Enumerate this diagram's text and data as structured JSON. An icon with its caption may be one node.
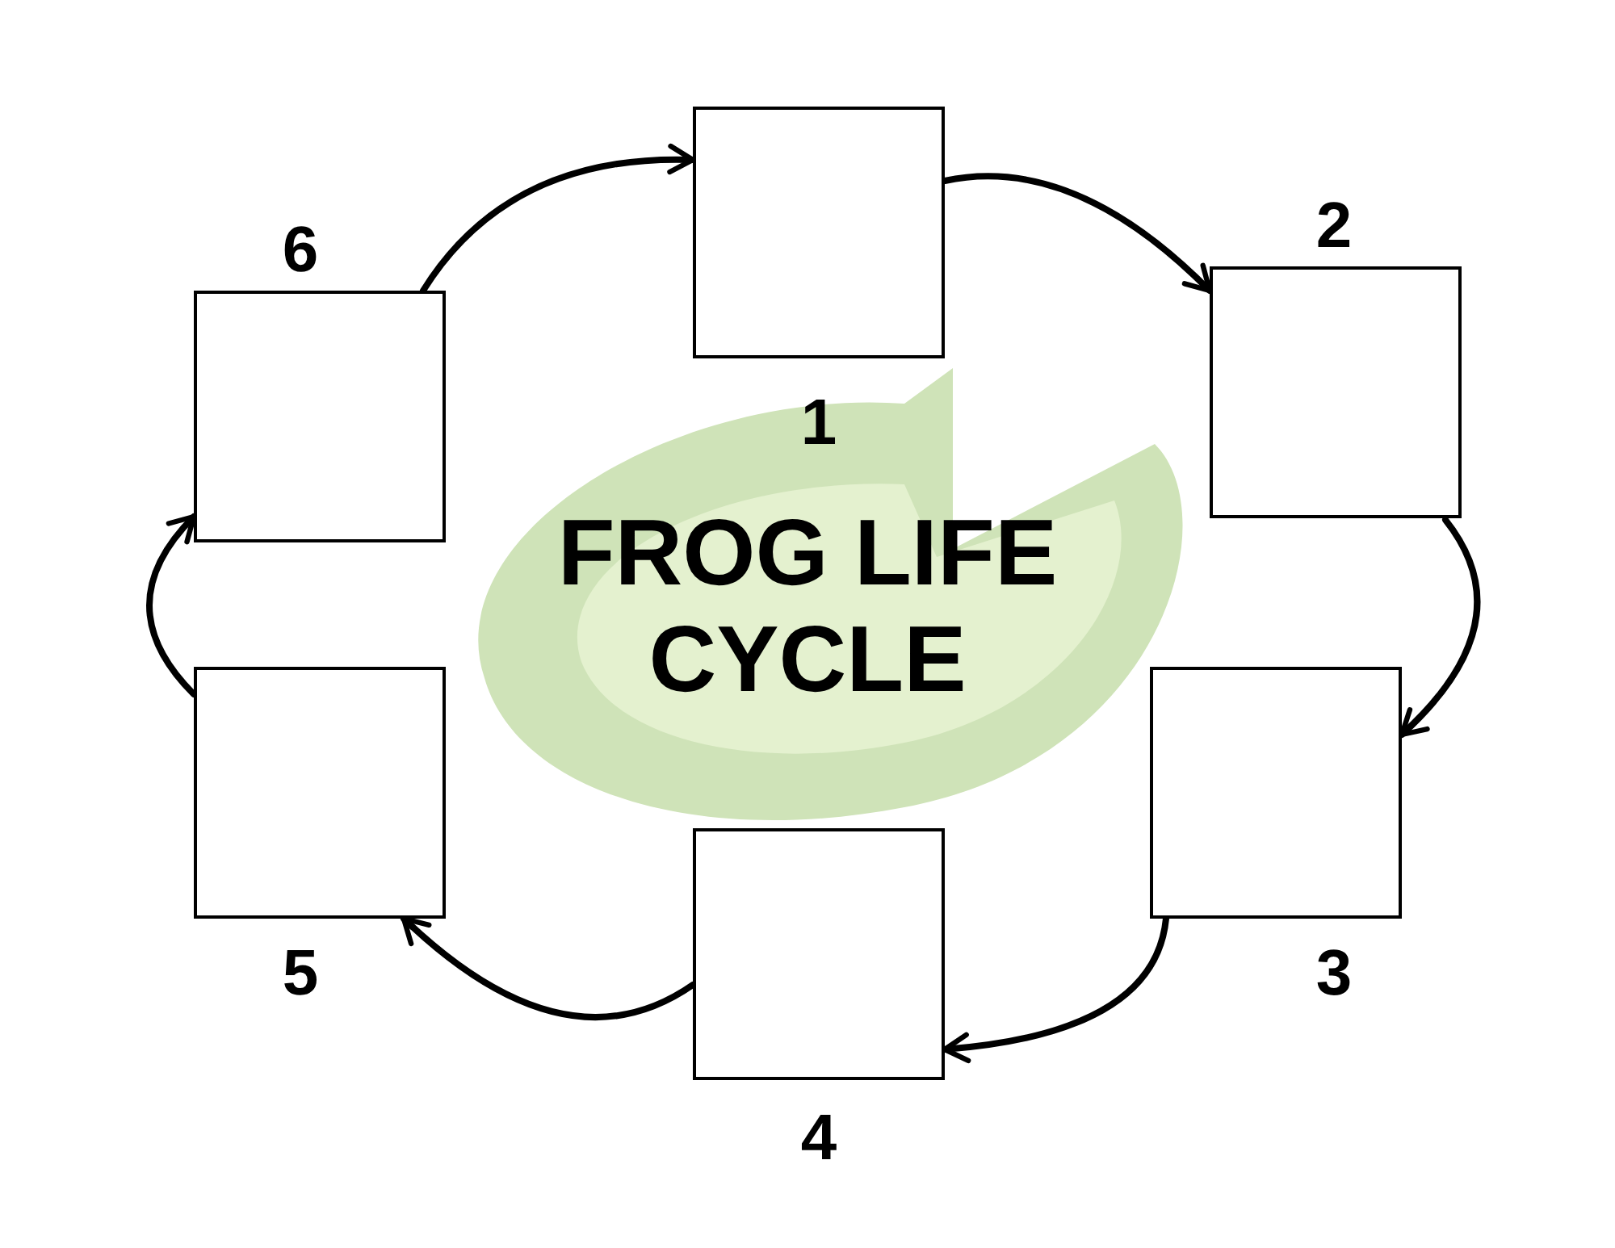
{
  "diagram": {
    "title": "FROG LIFE CYCLE",
    "nodes": [
      {
        "text": [],
        "shape": "box",
        "beside": [
          "1"
        ]
      },
      {
        "text": [],
        "shape": "box",
        "beside": [
          "2"
        ]
      },
      {
        "text": [],
        "shape": "box",
        "beside": [
          "3"
        ]
      },
      {
        "text": [],
        "shape": "box",
        "beside": [
          "4"
        ]
      },
      {
        "text": [],
        "shape": "box",
        "beside": [
          "5"
        ]
      },
      {
        "text": [],
        "shape": "box",
        "beside": [
          "6"
        ]
      }
    ],
    "edges": [
      {
        "from": 0,
        "to": 1,
        "arrow": "to"
      },
      {
        "from": 1,
        "to": 2,
        "arrow": "to"
      },
      {
        "from": 2,
        "to": 3,
        "arrow": "to"
      },
      {
        "from": 3,
        "to": 4,
        "arrow": "to"
      },
      {
        "from": 4,
        "to": 5,
        "arrow": "to"
      },
      {
        "from": 5,
        "to": 0,
        "arrow": "to"
      }
    ]
  }
}
